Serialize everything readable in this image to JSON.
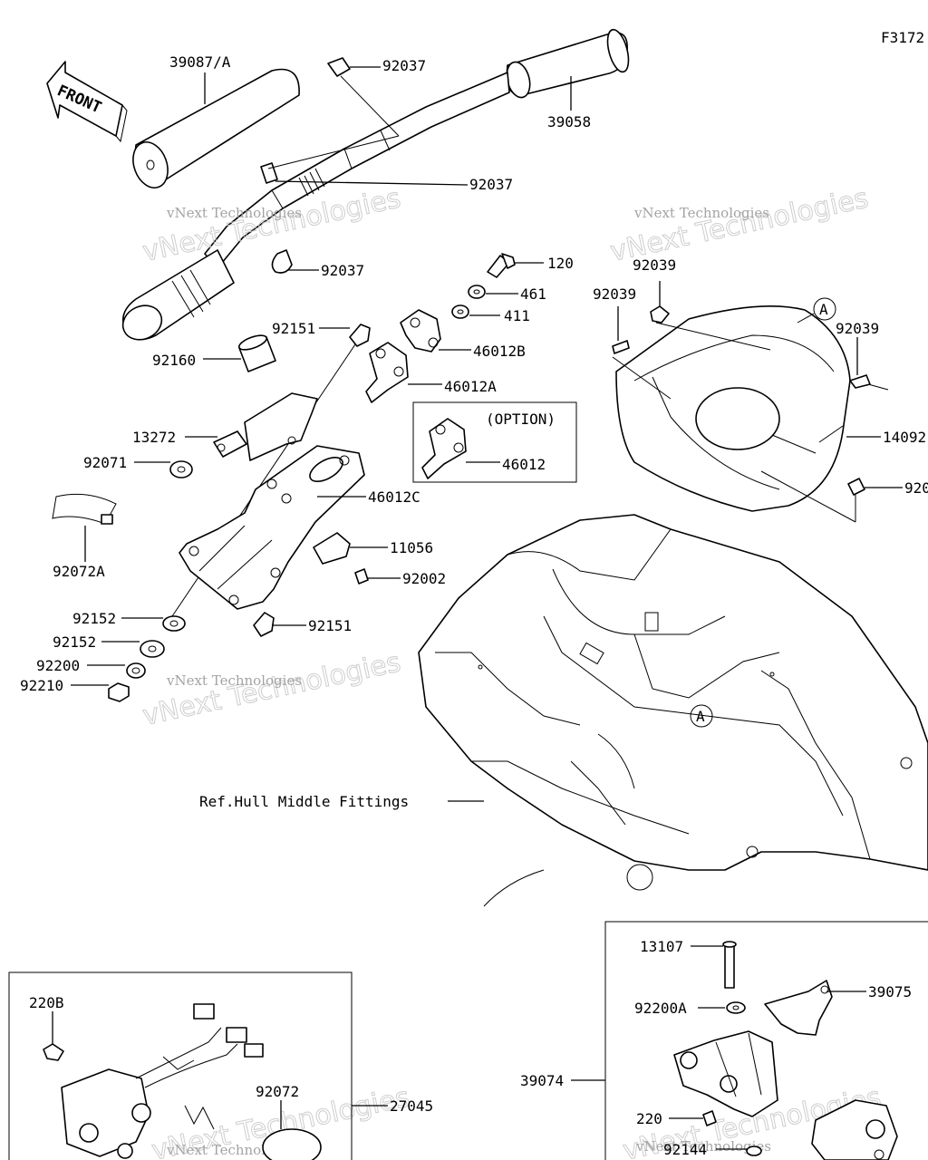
{
  "figure_code": "F3172",
  "front_label": "FRONT",
  "watermark": {
    "big": "vNext Technologies",
    "small": "vNext Technologies"
  },
  "ref_note": "Ref.Hull Middle Fittings",
  "option_label": "(OPTION)",
  "callout_marker": "A",
  "part_labels": {
    "p39087A": "39087/A",
    "p92037_a": "92037",
    "p39058": "39058",
    "p92037_b": "92037",
    "p92037_c": "92037",
    "p120": "120",
    "p461": "461",
    "p411": "411",
    "p46012B": "46012B",
    "p92151_a": "92151",
    "p92160": "92160",
    "p46012A": "46012A",
    "p46012": "46012",
    "p13272": "13272",
    "p92071": "92071",
    "p46012C": "46012C",
    "p92072A": "92072A",
    "p11056": "11056",
    "p92002": "92002",
    "p92152_a": "92152",
    "p92151_b": "92151",
    "p92152_b": "92152",
    "p92200": "92200",
    "p92210": "92210",
    "p92039_a": "92039",
    "p92039_b": "92039",
    "p92039_c": "92039",
    "p14092": "14092",
    "p920": "920",
    "p220B": "220B",
    "p92072": "92072",
    "p27045": "27045",
    "p13107": "13107",
    "p39075": "39075",
    "p92200A": "92200A",
    "p39074": "39074",
    "p220": "220",
    "p92144": "92144"
  }
}
